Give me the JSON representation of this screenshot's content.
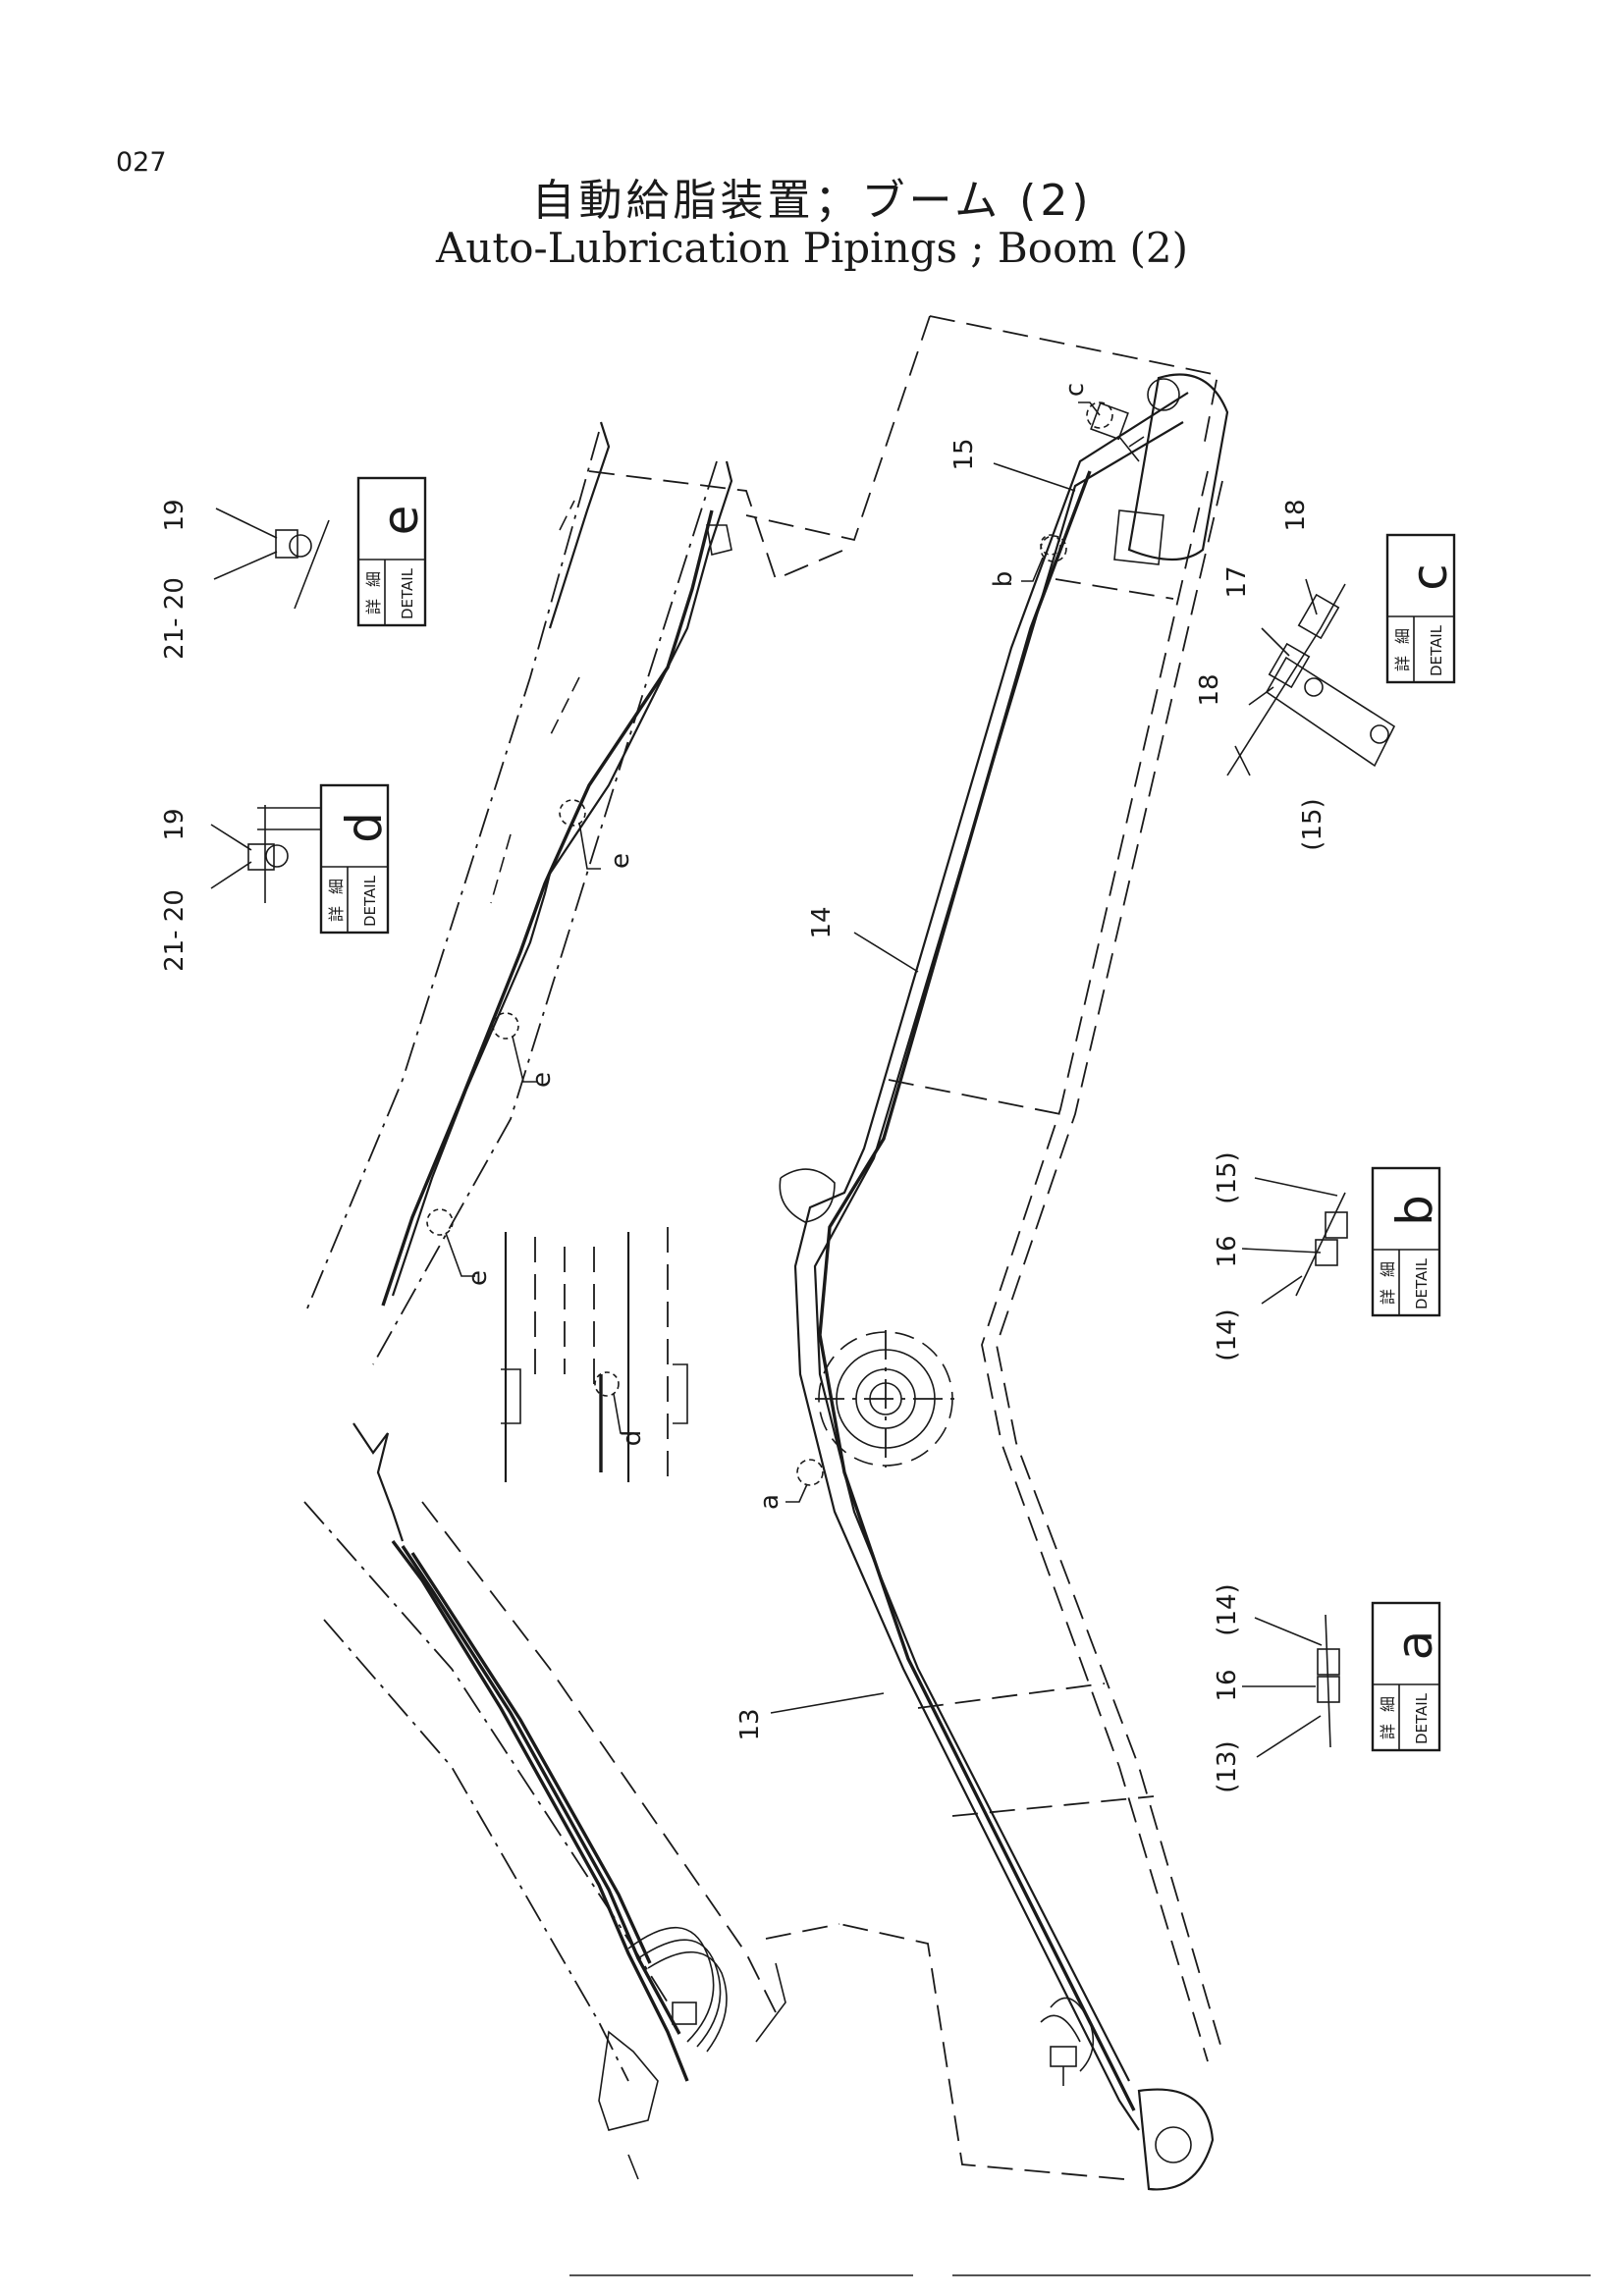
{
  "page": {
    "number": "027"
  },
  "title": {
    "jp": "自動給脂装置；ブーム (2)",
    "en": "Auto-Lubrication Pipings ; Boom (2)"
  },
  "detail_box": {
    "jp_top": "詳",
    "jp_bottom": "細",
    "en": "DETAIL"
  },
  "details": [
    {
      "id": "a",
      "letter": "a",
      "labels": {
        "upper": "(14)",
        "middle": "16",
        "lower": "(13)"
      }
    },
    {
      "id": "b",
      "letter": "b",
      "labels": {
        "upper": "(15)",
        "middle": "16",
        "lower": "(14)"
      }
    },
    {
      "id": "c",
      "letter": "c",
      "labels": {
        "part17": "17",
        "part18_upper": "18",
        "part18_lower": "18",
        "pipe": "(15)"
      }
    },
    {
      "id": "d",
      "letter": "d",
      "labels": {
        "part19": "19",
        "part2120": "21- 20"
      }
    },
    {
      "id": "e",
      "letter": "e",
      "labels": {
        "part19": "19",
        "part2120": "21- 20"
      }
    }
  ],
  "callouts": {
    "p13": "13",
    "p14": "14",
    "p15": "15",
    "ref_a": "a",
    "ref_b": "b",
    "ref_c": "c",
    "ref_d": "d",
    "ref_e1": "e",
    "ref_e2": "e",
    "ref_e3": "e"
  }
}
